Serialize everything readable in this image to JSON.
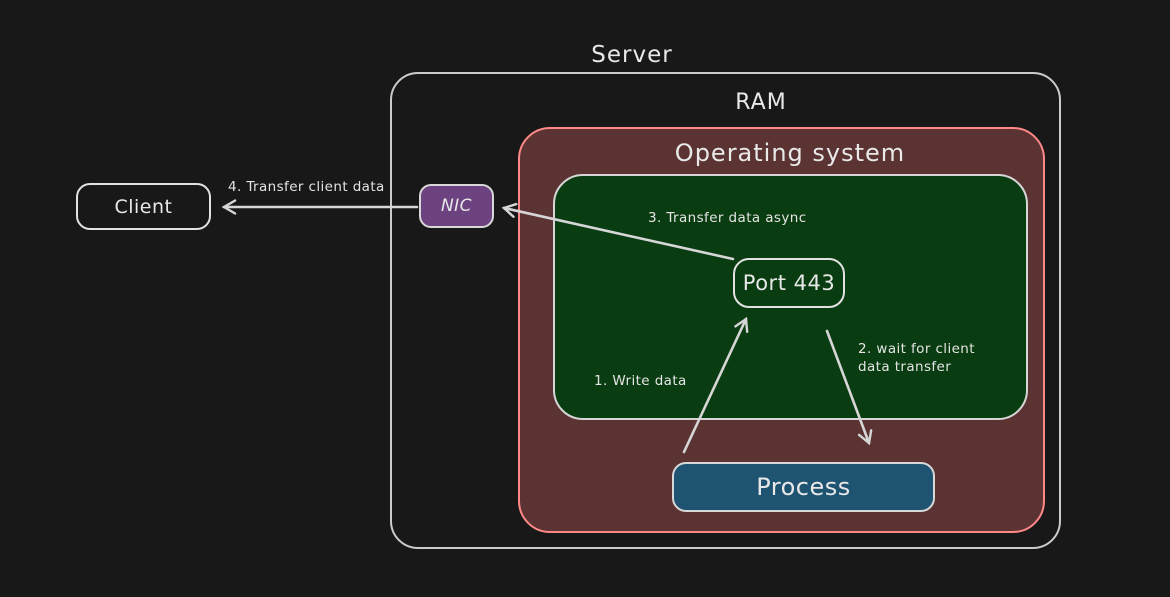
{
  "diagram": {
    "nodes": {
      "server": {
        "label": "Server"
      },
      "ram": {
        "label": "RAM"
      },
      "os": {
        "label": "Operating system"
      },
      "port": {
        "label": "Port 443"
      },
      "nic": {
        "label": "NIC"
      },
      "client": {
        "label": "Client"
      },
      "process": {
        "label": "Process"
      }
    },
    "arrows": [
      {
        "id": "write-data",
        "from": "Process",
        "to": "Port 443",
        "label": "1. Write data"
      },
      {
        "id": "wait-transfer",
        "from": "Port 443",
        "to": "Process",
        "lines": [
          "2. wait for client",
          "data transfer"
        ]
      },
      {
        "id": "transfer-async",
        "from": "Port 443",
        "to": "NIC",
        "label": "3. Transfer data async"
      },
      {
        "id": "transfer-client",
        "from": "NIC",
        "to": "Client",
        "label": "4. Transfer client data"
      }
    ],
    "colors": {
      "background": "#181818",
      "stroke_light": "#d6d6d6",
      "ram_border": "#ff8888",
      "ram_fill": "#5b3333",
      "os_fill": "#093c10",
      "nic_fill": "#6c4380",
      "process_fill": "#1e5472",
      "text": "#e8e8e8"
    }
  }
}
